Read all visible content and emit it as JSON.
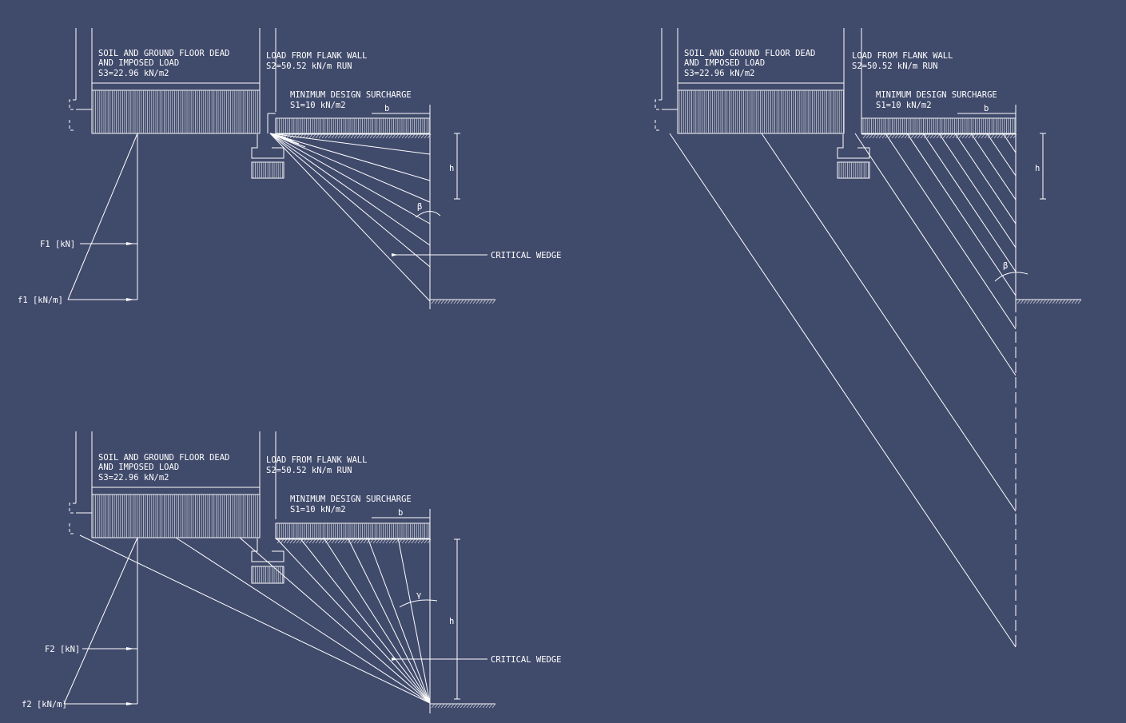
{
  "colors": {
    "background": "#404a6b",
    "lines": "#ffffff"
  },
  "labels": {
    "soil_l1": "SOIL AND GROUND FLOOR DEAD",
    "soil_l2": "AND IMPOSED LOAD",
    "soil_l3": "S3=22.96 kN/m2",
    "flank_l1": "LOAD FROM FLANK WALL",
    "flank_l2": "S2=50.52 kN/m RUN",
    "sur_l1": "MINIMUM DESIGN SURCHARGE",
    "sur_l2": "S1=10 kN/m2",
    "b": "b",
    "h": "h",
    "beta": "β",
    "gamma": "γ",
    "critical": "CRITICAL WEDGE",
    "F1": "F1 [kN]",
    "f1": "f1 [kN/m]",
    "F2": "F2 [kN]",
    "f2": "f2 [kN/m]"
  }
}
